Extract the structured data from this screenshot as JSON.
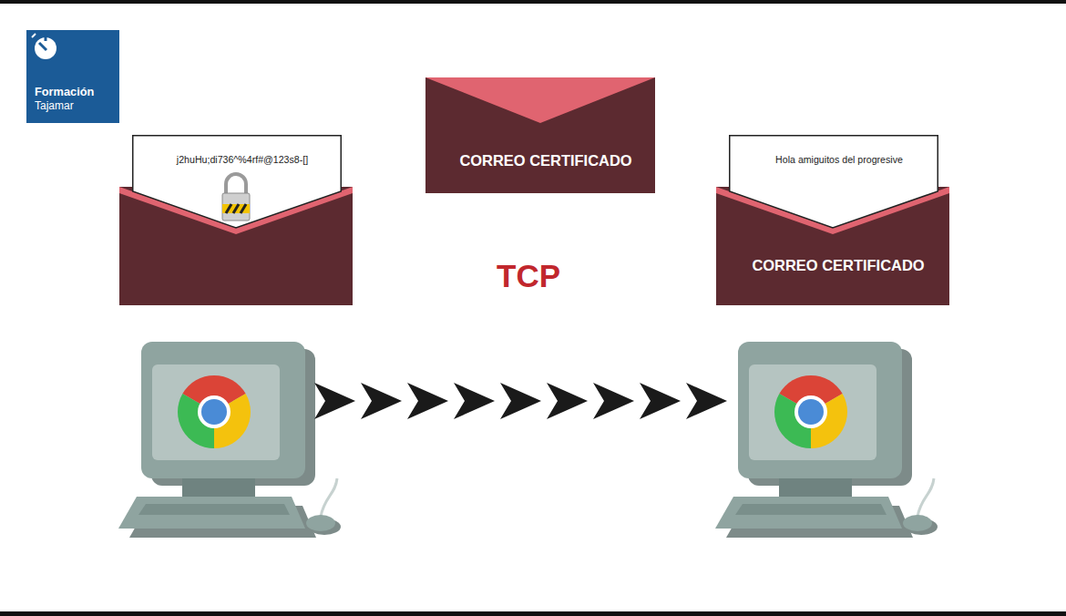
{
  "diagram": {
    "nodes": [
      {
        "text": [
          "Formación",
          "Tajamar"
        ]
      },
      {
        "text": [
          "j2huHu;di736^%4rf#@123s8-[]"
        ]
      },
      {
        "text": [
          "CORREO CERTIFICADO"
        ]
      },
      {
        "text": [
          "CORREO CERTIFICADO"
        ]
      },
      {
        "text": [
          "Hola amiguitos del progresive"
        ],
        "in": 3
      }
    ],
    "labels": [
      "TCP"
    ]
  }
}
